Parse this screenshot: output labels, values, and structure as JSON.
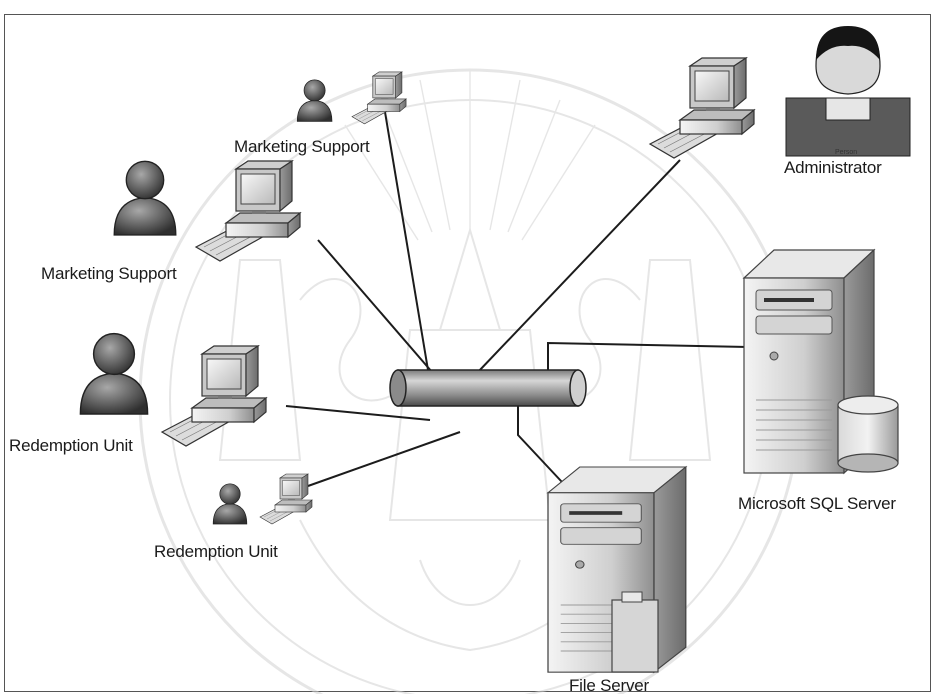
{
  "labels": {
    "marketing_support_top": "Marketing Support",
    "marketing_support_left": "Marketing Support",
    "redemption_unit_left": "Redemption Unit",
    "redemption_unit_bottom": "Redemption Unit",
    "administrator": "Administrator",
    "administrator_small": "Person",
    "sql_server": "Microsoft SQL Server",
    "file_server": "File Server"
  },
  "icons": {
    "user": "person-icon",
    "workstation": "computer-icon",
    "network": "network-bus-icon",
    "database_server": "server-icon",
    "database": "database-icon",
    "file_server": "server-icon",
    "watermark": "university-seal-watermark"
  },
  "colors": {
    "line": "#1c1c1c",
    "device_gray": "#c9c9c9",
    "person_dark": "#4a4a4a",
    "watermark": "#e4e4e4"
  }
}
